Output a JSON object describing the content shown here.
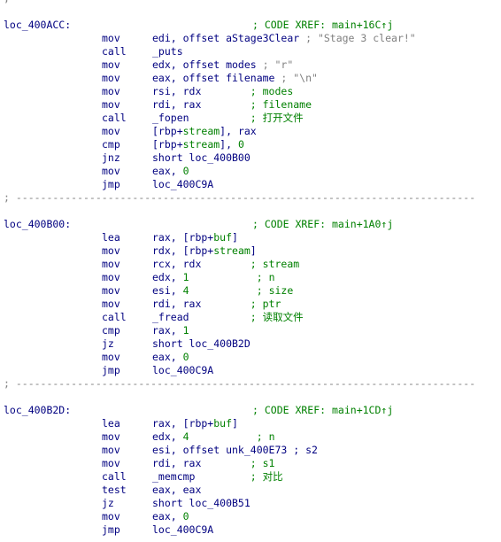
{
  "top_semicolon": ";",
  "separator": "; ---------------------------------------------------------------------------",
  "blocks": [
    {
      "label": "loc_400ACC:",
      "xref": "; CODE XREF: main+16C↑j",
      "lines": [
        {
          "m": "mov",
          "segs": [
            [
              "edi, offset aStage3Clear ",
              ""
            ],
            [
              "; \"Stage 3 clear!\"",
              "str"
            ]
          ]
        },
        {
          "m": "call",
          "segs": [
            [
              "_puts",
              ""
            ]
          ]
        },
        {
          "m": "mov",
          "segs": [
            [
              "edx, offset modes ",
              ""
            ],
            [
              "; \"r\"",
              "str"
            ]
          ]
        },
        {
          "m": "mov",
          "segs": [
            [
              "eax, offset filename ",
              ""
            ],
            [
              "; \"\\n\"",
              "str"
            ]
          ]
        },
        {
          "m": "mov",
          "segs": [
            [
              "rsi, rdx        ",
              ""
            ],
            [
              "; modes",
              "cmt"
            ]
          ]
        },
        {
          "m": "mov",
          "segs": [
            [
              "rdi, rax        ",
              ""
            ],
            [
              "; filename",
              "cmt"
            ]
          ]
        },
        {
          "m": "call",
          "segs": [
            [
              "_fopen          ",
              ""
            ],
            [
              "; ",
              "cmt"
            ],
            [
              "打开文件",
              "cmt cjk"
            ]
          ]
        },
        {
          "m": "mov",
          "segs": [
            [
              "[rbp+",
              ""
            ],
            [
              "stream",
              "var"
            ],
            [
              "], rax",
              ""
            ]
          ]
        },
        {
          "m": "cmp",
          "segs": [
            [
              "[rbp+",
              ""
            ],
            [
              "stream",
              "var"
            ],
            [
              "], ",
              ""
            ],
            [
              "0",
              "num"
            ]
          ]
        },
        {
          "m": "jnz",
          "segs": [
            [
              "short loc_400B00",
              ""
            ]
          ]
        },
        {
          "m": "mov",
          "segs": [
            [
              "eax, ",
              ""
            ],
            [
              "0",
              "num"
            ]
          ]
        },
        {
          "m": "jmp",
          "segs": [
            [
              "loc_400C9A",
              ""
            ]
          ]
        }
      ]
    },
    {
      "label": "loc_400B00:",
      "xref": "; CODE XREF: main+1A0↑j",
      "lines": [
        {
          "m": "lea",
          "segs": [
            [
              "rax, [rbp+",
              ""
            ],
            [
              "buf",
              "var"
            ],
            [
              "]",
              ""
            ]
          ]
        },
        {
          "m": "mov",
          "segs": [
            [
              "rdx, [rbp+",
              ""
            ],
            [
              "stream",
              "var"
            ],
            [
              "]",
              ""
            ]
          ]
        },
        {
          "m": "mov",
          "segs": [
            [
              "rcx, rdx        ",
              ""
            ],
            [
              "; stream",
              "cmt"
            ]
          ]
        },
        {
          "m": "mov",
          "segs": [
            [
              "edx, ",
              ""
            ],
            [
              "1",
              "num"
            ],
            [
              "           ",
              ""
            ],
            [
              "; n",
              "cmt"
            ]
          ]
        },
        {
          "m": "mov",
          "segs": [
            [
              "esi, ",
              ""
            ],
            [
              "4",
              "num"
            ],
            [
              "           ",
              ""
            ],
            [
              "; size",
              "cmt"
            ]
          ]
        },
        {
          "m": "mov",
          "segs": [
            [
              "rdi, rax        ",
              ""
            ],
            [
              "; ptr",
              "cmt"
            ]
          ]
        },
        {
          "m": "call",
          "segs": [
            [
              "_fread          ",
              ""
            ],
            [
              "; ",
              "cmt"
            ],
            [
              "读取文件",
              "cmt cjk"
            ]
          ]
        },
        {
          "m": "cmp",
          "segs": [
            [
              "rax, ",
              ""
            ],
            [
              "1",
              "num"
            ]
          ]
        },
        {
          "m": "jz",
          "segs": [
            [
              "short loc_400B2D",
              ""
            ]
          ]
        },
        {
          "m": "mov",
          "segs": [
            [
              "eax, ",
              ""
            ],
            [
              "0",
              "num"
            ]
          ]
        },
        {
          "m": "jmp",
          "segs": [
            [
              "loc_400C9A",
              ""
            ]
          ]
        }
      ]
    },
    {
      "label": "loc_400B2D:",
      "xref": "; CODE XREF: main+1CD↑j",
      "lines": [
        {
          "m": "lea",
          "segs": [
            [
              "rax, [rbp+",
              ""
            ],
            [
              "buf",
              "var"
            ],
            [
              "]",
              ""
            ]
          ]
        },
        {
          "m": "mov",
          "segs": [
            [
              "edx, ",
              ""
            ],
            [
              "4",
              "num"
            ],
            [
              "           ",
              ""
            ],
            [
              "; n",
              "cmt"
            ]
          ]
        },
        {
          "m": "mov",
          "segs": [
            [
              "esi, offset unk_400E73 ; s2",
              ""
            ]
          ]
        },
        {
          "m": "mov",
          "segs": [
            [
              "rdi, rax        ",
              ""
            ],
            [
              "; s1",
              "cmt"
            ]
          ]
        },
        {
          "m": "call",
          "segs": [
            [
              "_memcmp         ",
              ""
            ],
            [
              "; ",
              "cmt"
            ],
            [
              "对比",
              "cmt cjk"
            ]
          ]
        },
        {
          "m": "test",
          "segs": [
            [
              "eax, eax",
              ""
            ]
          ]
        },
        {
          "m": "jz",
          "segs": [
            [
              "short loc_400B51",
              ""
            ]
          ]
        },
        {
          "m": "mov",
          "segs": [
            [
              "eax, ",
              ""
            ],
            [
              "0",
              "num"
            ]
          ]
        },
        {
          "m": "jmp",
          "segs": [
            [
              "loc_400C9A",
              ""
            ]
          ]
        }
      ]
    }
  ]
}
